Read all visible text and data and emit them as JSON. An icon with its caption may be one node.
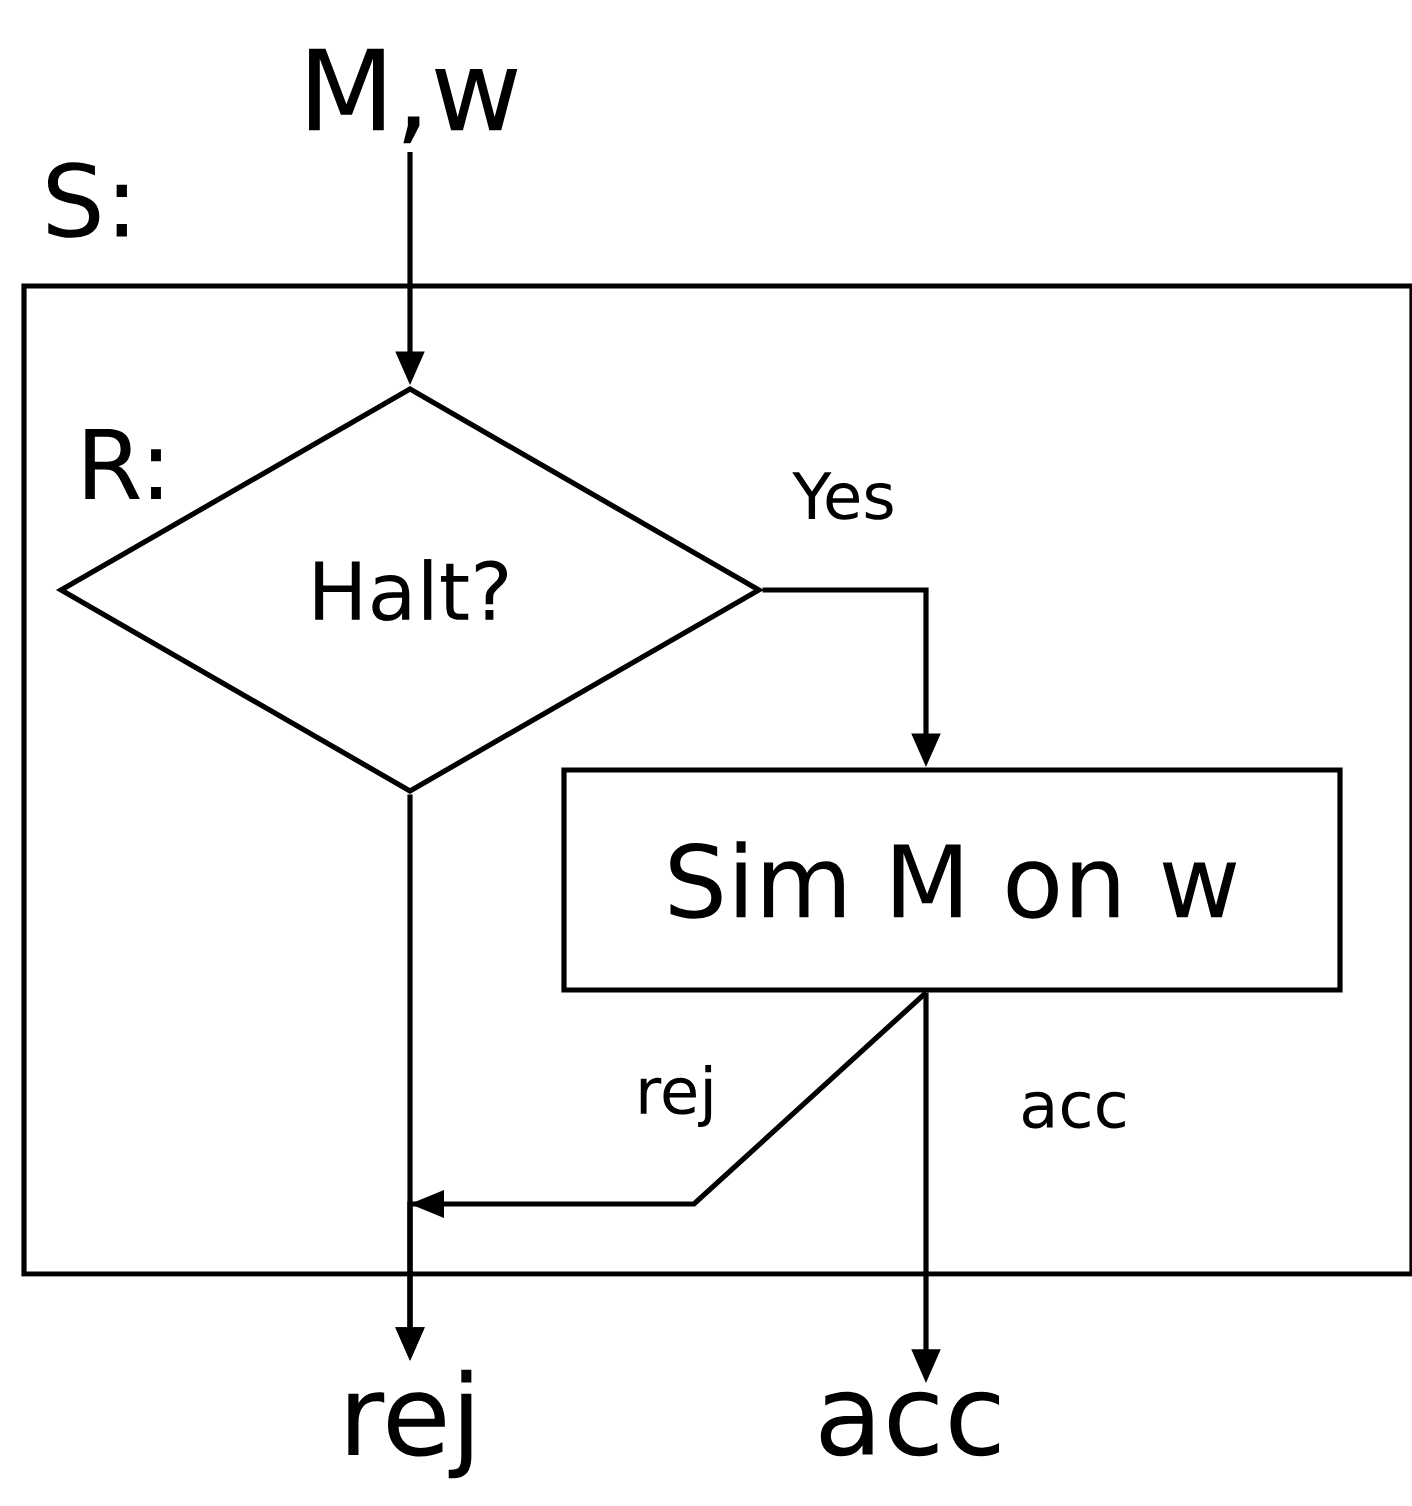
{
  "diagram": {
    "nodes": [
      {
        "text": [
          "S:"
        ]
      },
      {
        "text": [
          "M,w"
        ]
      },
      {
        "text": [
          "R:",
          "Halt?"
        ],
        "in": 0
      },
      {
        "text": [
          "Sim M on w"
        ],
        "in": 0
      },
      {
        "text": [
          "rej"
        ]
      },
      {
        "text": [
          "acc"
        ]
      }
    ],
    "edges": [
      {
        "from": 1,
        "to": 2,
        "arrow": "to"
      },
      {
        "from": 2,
        "to": 3,
        "arrow": "to",
        "label": "Yes"
      },
      {
        "from": 2,
        "to": 4,
        "arrow": "to"
      },
      {
        "from": 3,
        "to": 4,
        "arrow": "to",
        "label": "rej"
      },
      {
        "from": 3,
        "to": 5,
        "arrow": "to",
        "label": "acc"
      }
    ]
  }
}
